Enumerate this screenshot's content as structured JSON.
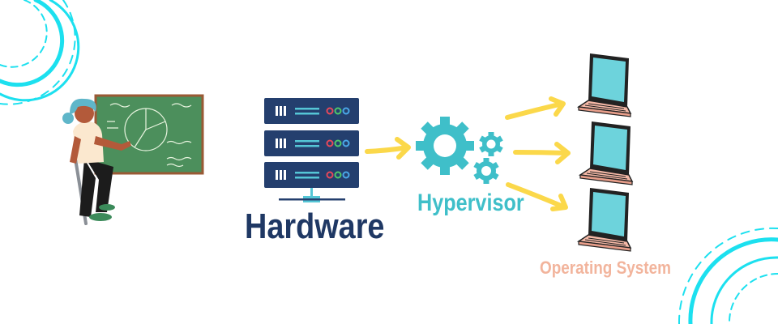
{
  "labels": {
    "hardware": "Hardware",
    "hypervisor": "Hypervisor",
    "operating_system": "Operating System"
  },
  "colors": {
    "navy": "#1f3864",
    "teal": "#3fbfc9",
    "peach": "#f2b49c",
    "arrow_yellow": "#fbd84a",
    "chalkboard_green": "#4c8f5c",
    "cyan_ring": "#1ce0ef"
  },
  "icons": [
    "presenter-illustration",
    "server-rack-icon",
    "gears-icon",
    "laptop-icon",
    "arrow-icon",
    "decorative-rings"
  ]
}
